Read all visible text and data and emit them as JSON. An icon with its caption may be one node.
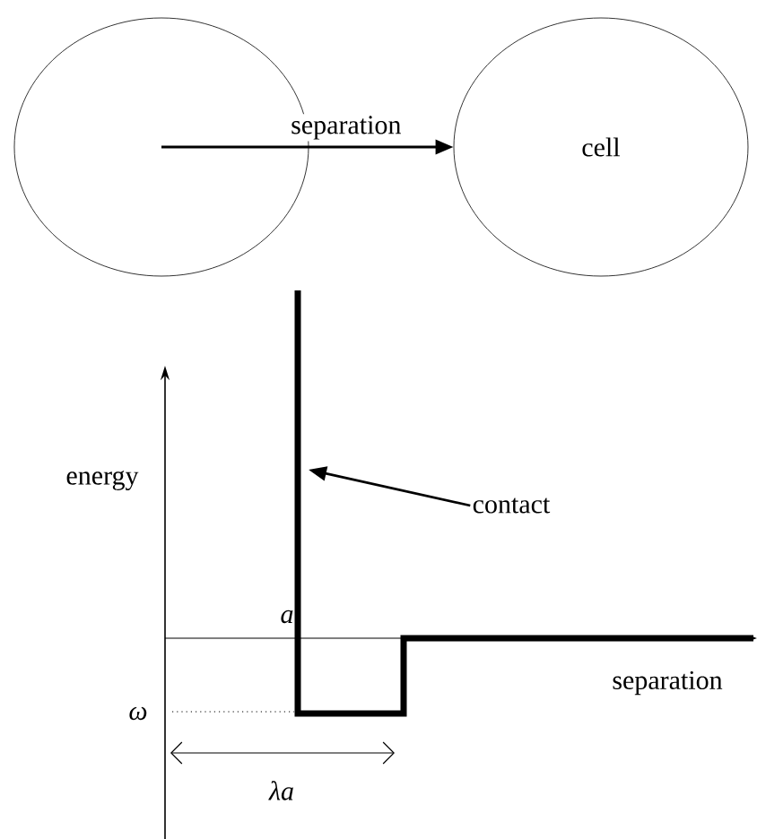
{
  "diagram": {
    "nodes": [
      {
        "text": [],
        "shape": "circle"
      },
      {
        "text": [
          "cell"
        ]
      },
      {
        "text": [
          "contact"
        ]
      }
    ],
    "edges": [
      {
        "from": 0,
        "to": 1,
        "arrow": "to",
        "label": "separation"
      },
      {
        "from": 2,
        "to": null,
        "arrow": "to"
      }
    ],
    "labels": [
      "energy",
      "a",
      "separation",
      "ω",
      "λa"
    ]
  }
}
